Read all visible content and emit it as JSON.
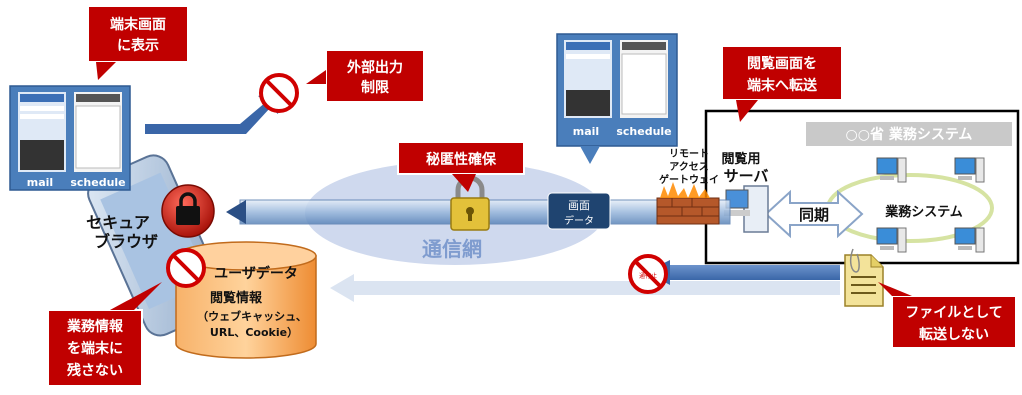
{
  "callouts": {
    "display": [
      "端末画面",
      "に表示"
    ],
    "output_limit": [
      "外部出力",
      "制限"
    ],
    "confidentiality": "秘匿性確保",
    "transfer_screen": [
      "閲覧画面を",
      "端末へ転送"
    ],
    "no_residue": [
      "業務情報",
      "を端末に",
      "残さない"
    ],
    "no_file": [
      "ファイルとして",
      "転送しない"
    ]
  },
  "phone_apps": {
    "mail": "mail",
    "schedule": "schedule"
  },
  "secure_browser": [
    "セキュア",
    "ブラウザ"
  ],
  "network": "通信網",
  "screen_data": [
    "画面",
    "データ"
  ],
  "gateway": [
    "リモート",
    "アクセス",
    "ゲートウェイ"
  ],
  "viewer_server": [
    "閲覧用",
    "サーバ"
  ],
  "sync": "同期",
  "ministry_system": "○○省 業務システム",
  "business_system": "業務システム",
  "user_data": {
    "title": "ユーザデータ",
    "subtitle": "閲覧情報",
    "detail": [
      "（ウェブキャッシュ、",
      "URL、Cookie）"
    ]
  },
  "stop_badge": "通行止",
  "colors": {
    "callout_red": "#c00000",
    "box_blue": "#4a7ebb",
    "cylinder_orange": "#f5a050",
    "network_ellipse": "#cfd9ee"
  }
}
